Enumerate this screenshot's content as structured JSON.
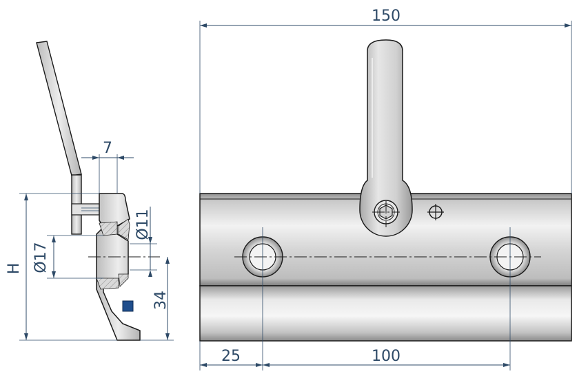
{
  "dimensions": {
    "width_150": "150",
    "offset_25": "25",
    "spacing_100": "100",
    "thickness_7": "7",
    "height_h": "H",
    "dia_17": "Ø17",
    "dia_11": "Ø11",
    "height_34": "34"
  },
  "colors": {
    "dimension": "#2e4a67",
    "steel_light": "#eaeaea",
    "steel_dark": "#9e9e9e",
    "outline": "#1a1a1a",
    "marker": "#1f4e8c"
  },
  "icons": {
    "section_marker": "blue-square-marker",
    "hex_socket": "hex-socket-bolt",
    "target_symbol": "circle-crosshair-symbol"
  }
}
